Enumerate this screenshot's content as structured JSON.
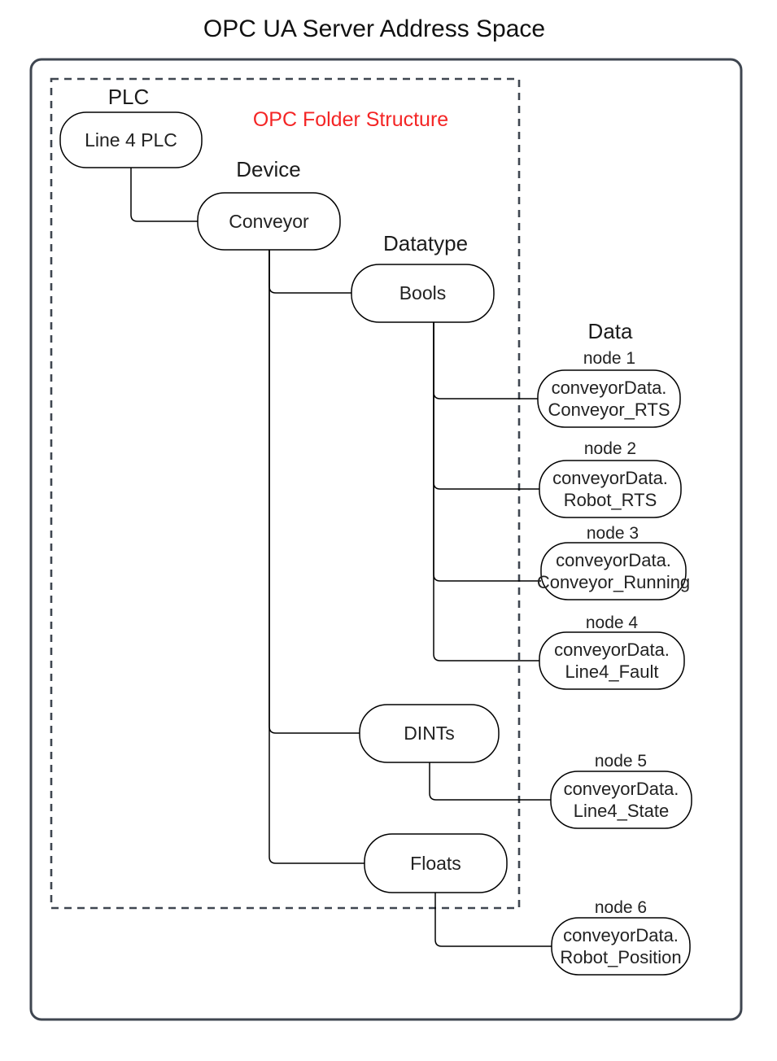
{
  "title": "OPC UA Server Address Space",
  "colors": {
    "frame": "#3f4650",
    "accent_red": "#f42525",
    "connector": "#000000",
    "node_fill": "#ffffff"
  },
  "diagram": {
    "frame_label": "OPC Folder Structure",
    "column_labels": {
      "plc": "PLC",
      "device": "Device",
      "datatype": "Datatype",
      "data": "Data"
    },
    "folders": {
      "plc": {
        "label": "Line 4 PLC"
      },
      "device": {
        "label": "Conveyor"
      },
      "datatypes": [
        {
          "label": "Bools"
        },
        {
          "label": "DINTs"
        },
        {
          "label": "Floats"
        }
      ]
    },
    "nodes": [
      {
        "caption": "node 1",
        "line1": "conveyorData.",
        "line2": "Conveyor_RTS",
        "parent": "Bools"
      },
      {
        "caption": "node 2",
        "line1": "conveyorData.",
        "line2": "Robot_RTS",
        "parent": "Bools"
      },
      {
        "caption": "node 3",
        "line1": "conveyorData.",
        "line2": "Conveyor_Running",
        "parent": "Bools"
      },
      {
        "caption": "node 4",
        "line1": "conveyorData.",
        "line2": "Line4_Fault",
        "parent": "Bools"
      },
      {
        "caption": "node 5",
        "line1": "conveyorData.",
        "line2": "Line4_State",
        "parent": "DINTs"
      },
      {
        "caption": "node 6",
        "line1": "conveyorData.",
        "line2": "Robot_Position",
        "parent": "Floats"
      }
    ]
  }
}
